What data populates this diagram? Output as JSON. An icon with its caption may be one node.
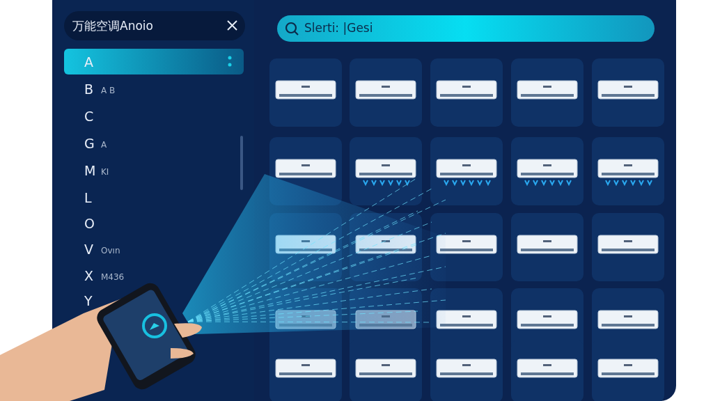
{
  "diagram": {
    "labels": [
      "万能空调Anoio",
      "Slerti: |Gesi",
      "A",
      "B",
      "A B",
      "C",
      "G",
      "A",
      "M",
      "KI",
      "L",
      "O",
      "V",
      "Ovın",
      "X",
      "M436",
      "Y"
    ]
  }
}
